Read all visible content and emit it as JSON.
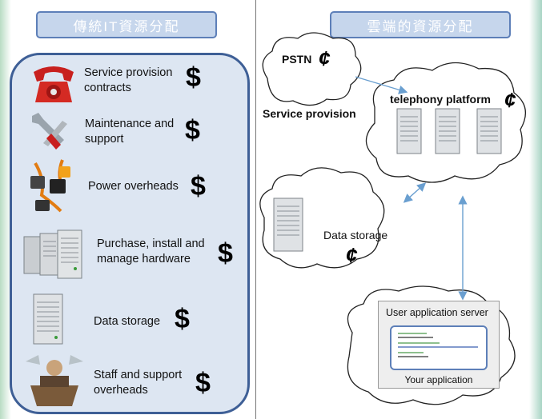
{
  "left": {
    "title": "傳統IT資源分配",
    "items": [
      {
        "label_line1": "Service provision",
        "label_line2": "contracts",
        "symbol": "$",
        "icon": "telephone-icon"
      },
      {
        "label_line1": "Maintenance and",
        "label_line2": "support",
        "symbol": "$",
        "icon": "tools-icon"
      },
      {
        "label_line1": "Power overheads",
        "label_line2": "",
        "symbol": "$",
        "icon": "power-plug-icon"
      },
      {
        "label_line1": "Purchase, install and",
        "label_line2": "manage hardware",
        "symbol": "$",
        "icon": "server-rack-icon"
      },
      {
        "label_line1": "Data storage",
        "label_line2": "",
        "symbol": "$",
        "icon": "storage-server-icon"
      },
      {
        "label_line1": "Staff and support",
        "label_line2": "overheads",
        "symbol": "$",
        "icon": "support-staff-icon"
      }
    ]
  },
  "right": {
    "title": "雲端的資源分配",
    "pstn": {
      "label": "PSTN",
      "symbol": "¢"
    },
    "service_provision": "Service provision",
    "telephony": {
      "label": "telephony platform",
      "symbol": "¢"
    },
    "data_storage": {
      "label": "Data storage",
      "symbol": "¢"
    },
    "user_app": {
      "title": "User application server",
      "footer": "Your application"
    }
  },
  "colors": {
    "accent": "#3e5f96",
    "panel_fill": "#dde6f2",
    "title_fill": "#c6d6ec",
    "arrow": "#6a9fd0"
  }
}
